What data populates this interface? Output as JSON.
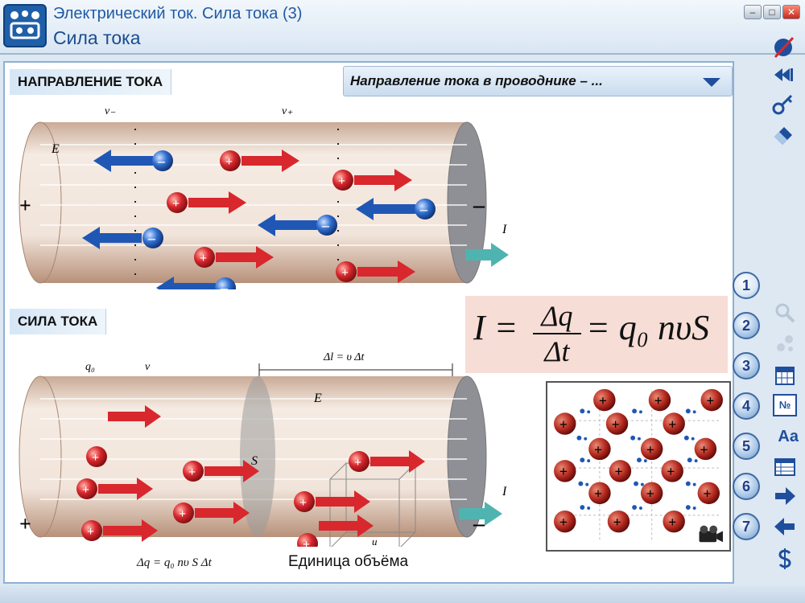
{
  "window": {
    "title": "Электрический ток. Сила тока (3)",
    "subtitle": "Сила тока",
    "minimize_label": "–",
    "maximize_label": "□",
    "close_label": "✕"
  },
  "sections": {
    "direction_title": "НАПРАВЛЕНИЕ ТОКА",
    "strength_title": "СИЛА ТОКА"
  },
  "dropdown": {
    "selected": "Направление тока в проводнике – ..."
  },
  "diagram_top": {
    "v_minus": "v₋",
    "v_plus": "v₊",
    "field": "E",
    "plus_sign": "+",
    "minus_sign": "–",
    "current": "I",
    "pos_charge": "+",
    "neg_charge": "–"
  },
  "diagram_bottom": {
    "q0": "q₀",
    "v": "v",
    "delta_l": "Δl = υ Δt",
    "field": "E",
    "area": "S",
    "u": "u",
    "plus_sign": "+",
    "minus_sign": "–",
    "current": "I",
    "pos_charge": "+",
    "dq_formula": "Δq = q₀ nυ S Δt",
    "unit_volume": "Единица объёма"
  },
  "formula": {
    "lhs": "I =",
    "numerator": "Δq",
    "denominator": "Δt",
    "rhs": "= q₀ nυS"
  },
  "lattice": {
    "ion_sign": "+"
  },
  "step_buttons": [
    "1",
    "2",
    "3",
    "4",
    "5",
    "6",
    "7"
  ],
  "side_tools": {
    "font_label": "Aa",
    "number_label": "№"
  },
  "colors": {
    "positive": "#d8272d",
    "negative": "#2057b4",
    "current_arrow": "#4fb4b0",
    "accent": "#1f5aa5"
  }
}
